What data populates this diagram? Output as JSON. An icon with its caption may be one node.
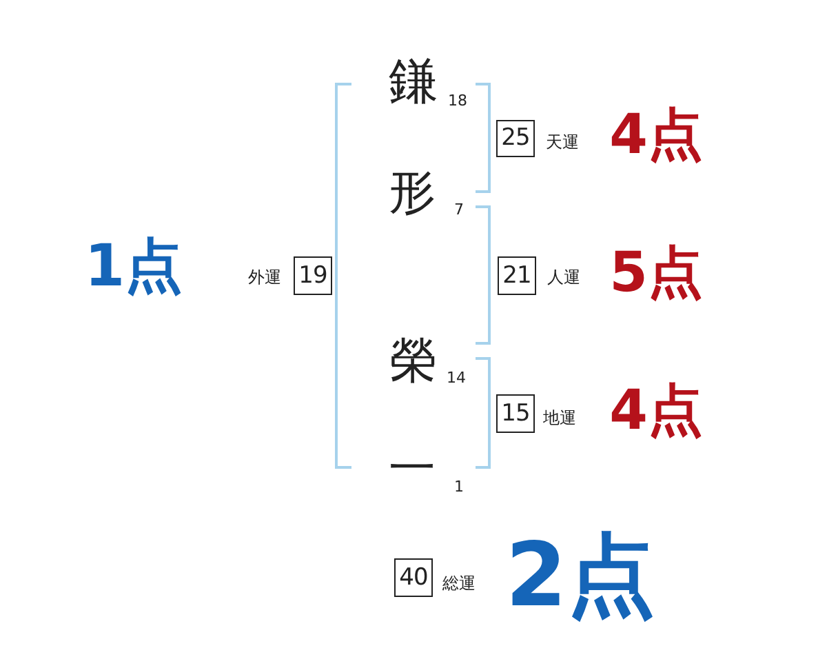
{
  "diagram": {
    "nodes": [
      {
        "text": [
          "25"
        ],
        "beside": [
          "天運",
          "4点"
        ]
      },
      {
        "text": [
          "19"
        ],
        "beside": [
          "外運",
          "1点"
        ]
      },
      {
        "text": [
          "21"
        ],
        "beside": [
          "人運",
          "5点"
        ]
      },
      {
        "text": [
          "15"
        ],
        "beside": [
          "地運",
          "4点"
        ]
      },
      {
        "text": [
          "40"
        ],
        "beside": [
          "総運",
          "2点"
        ]
      }
    ],
    "labels": [
      "鎌",
      "18",
      "形",
      "7",
      "榮",
      "14",
      "一",
      "1"
    ]
  }
}
